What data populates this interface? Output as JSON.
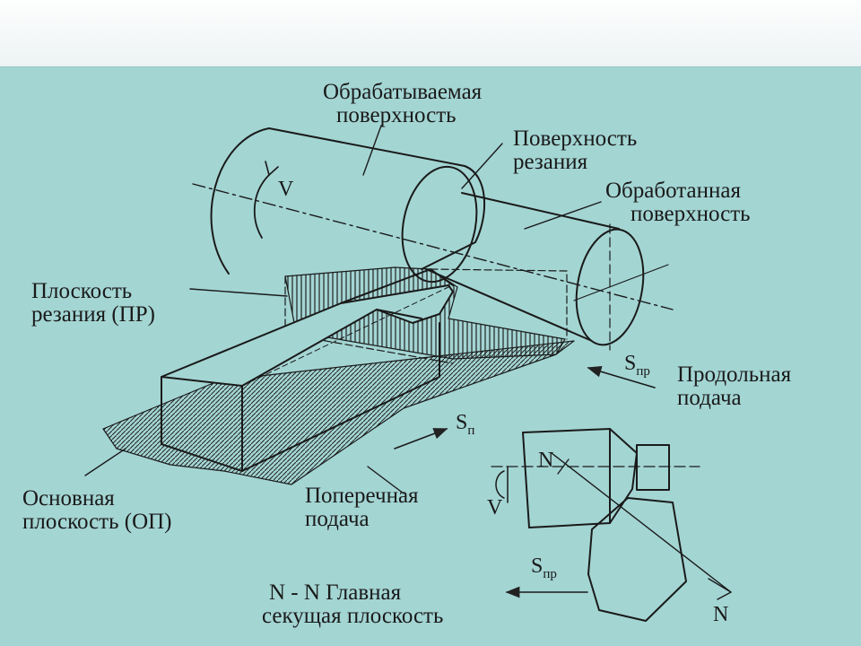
{
  "labels": {
    "machined_surface": [
      "Обрабатываемая",
      "поверхность"
    ],
    "cutting_surface": [
      "Поверхность",
      "резания"
    ],
    "finished_surface": [
      "Обработанная",
      "поверхность"
    ],
    "cutting_plane": [
      "Плоскость",
      "резания (ПР)"
    ],
    "longitudinal_feed": [
      "Продольная",
      "подача"
    ],
    "base_plane": [
      "Основная",
      "плоскость (ОП)"
    ],
    "cross_feed": [
      "Поперечная",
      "подача"
    ],
    "main_secant_plane": [
      "N - N Главная",
      "секущая плоскость"
    ]
  },
  "symbols": {
    "velocity": "V",
    "feed_letter": "S",
    "sub_longitudinal": "пр",
    "sub_cross": "п",
    "section_mark": "N",
    "velocity_small": "V"
  },
  "colors": {
    "background": "#a3d5d3",
    "ink": "#1a1a1a"
  }
}
